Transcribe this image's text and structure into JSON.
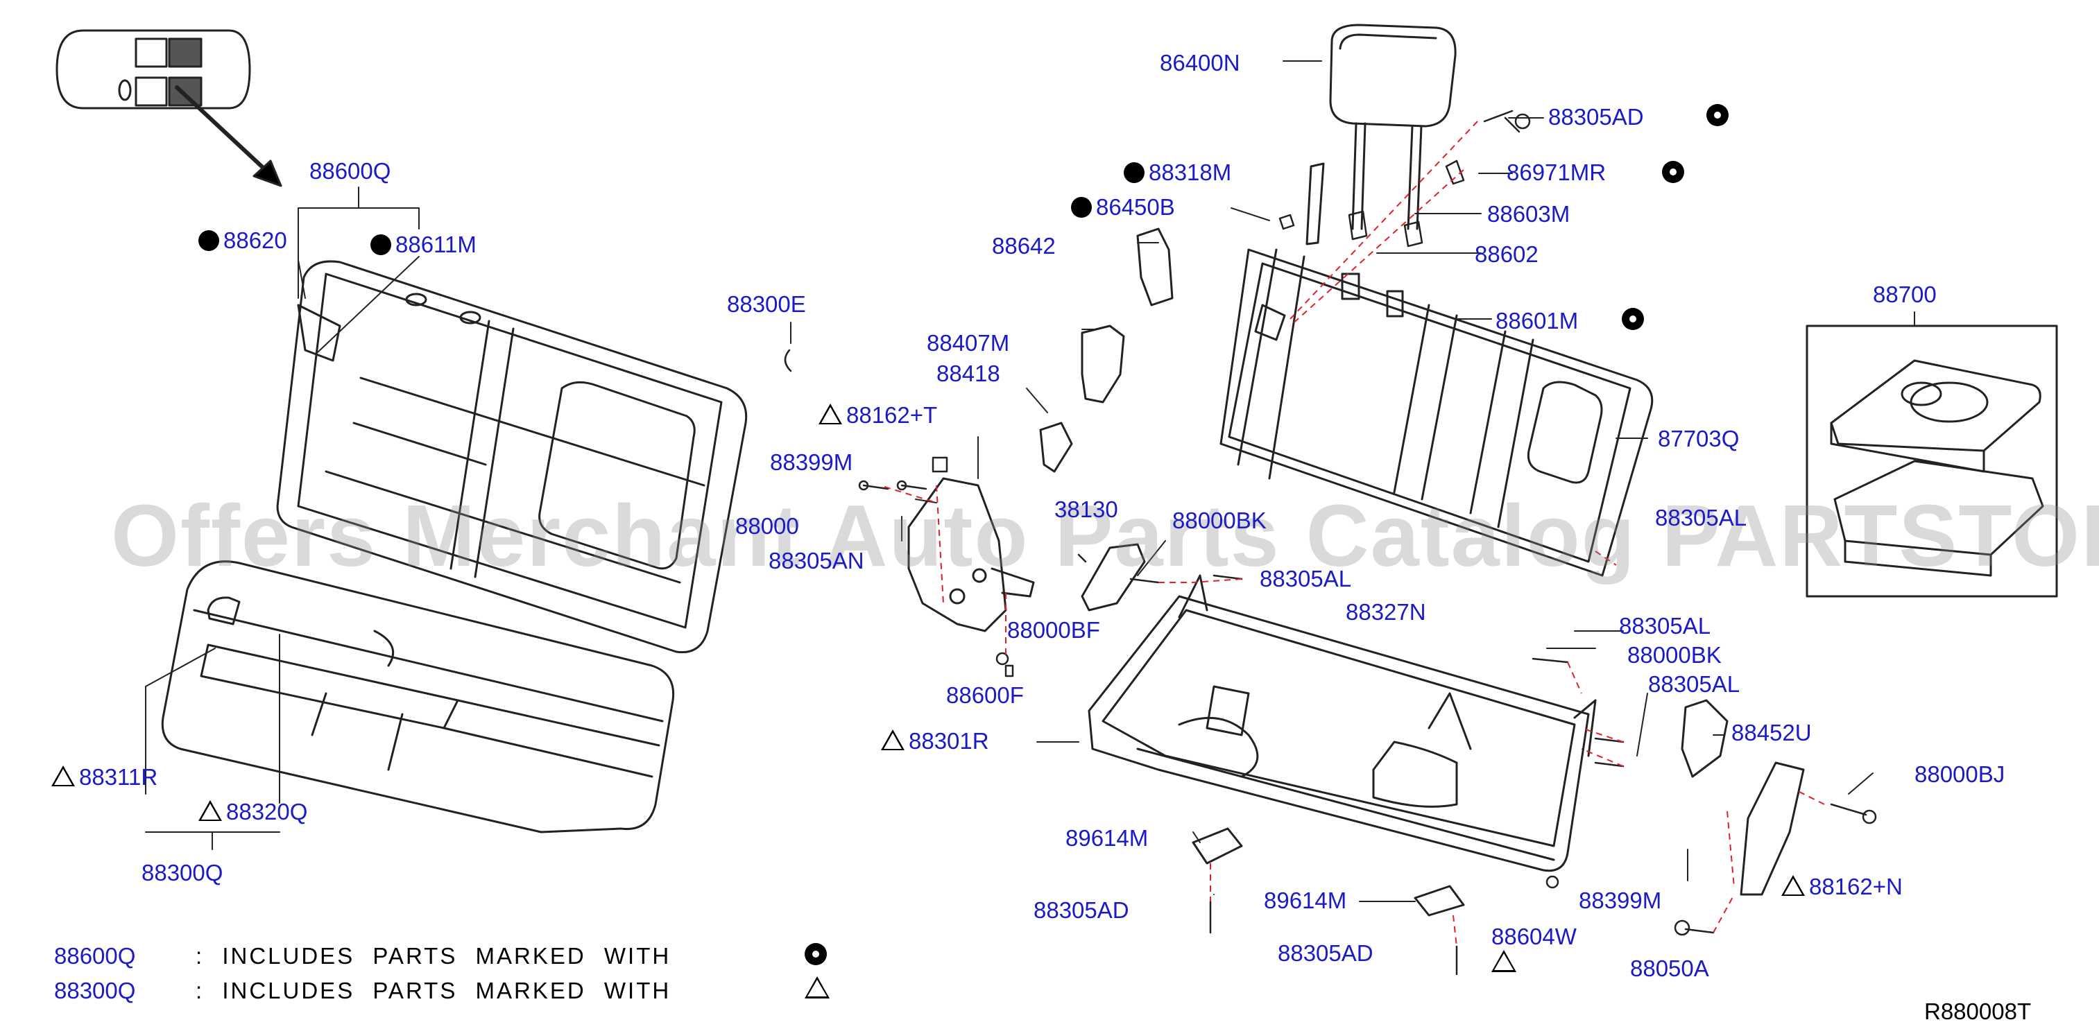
{
  "parts": {
    "p88600Q": "88600Q",
    "p88620": "88620",
    "p88611M": "88611M",
    "p88300E": "88300E",
    "p88407M": "88407M",
    "p88418": "88418",
    "p88162T": "88162+T",
    "p88399M_a": "88399M",
    "p88000_trunc": "88000",
    "p88305AN": "88305AN",
    "p38130": "38130",
    "p88000BK_trunc": "88000BK",
    "p88000BF": "88000BF",
    "p88600F": "88600F",
    "p88301R": "88301R",
    "p88311R": "88311R",
    "p88320Q": "88320Q",
    "p88300Q": "88300Q",
    "p86400N": "86400N",
    "p88305AD_top": "88305AD",
    "p88318M": "88318M",
    "p86971MR": "86971MR",
    "p86450B": "86450B",
    "p88603M": "88603M",
    "p88642": "88642",
    "p88602": "88602",
    "p88601M": "88601M",
    "p88700": "88700",
    "p87703Q": "87703Q",
    "p88305AL_trunc": "88305AL",
    "p88305AL_a": "88305AL",
    "p88327N": "88327N",
    "p88305AL_b": "88305AL",
    "p88000BK": "88000BK",
    "p88305AL_c": "88305AL",
    "p88452U": "88452U",
    "p88000BJ": "88000BJ",
    "p89614M_a": "89614M",
    "p88305AD_a": "88305AD",
    "p89614M_b": "89614M",
    "p88305AD_b": "88305AD",
    "p88604W": "88604W",
    "p88399M_b": "88399M",
    "p88162N": "88162+N",
    "p88050A": "88050A"
  },
  "notes": [
    {
      "code": "88600Q",
      "text": ": INCLUDES PARTS MARKED WITH",
      "mark": "black-dot-icon"
    },
    {
      "code": "88300Q",
      "text": ": INCLUDES PARTS MARKED WITH",
      "mark": "triangle-icon"
    }
  ],
  "diagram_id": "R880008T",
  "watermark": "Offers Merchant Auto Parts Catalog PARTSTORE.SA",
  "colors": {
    "label": "#1a1ac8",
    "leader_dash": "#e0202a",
    "line": "#222222"
  }
}
